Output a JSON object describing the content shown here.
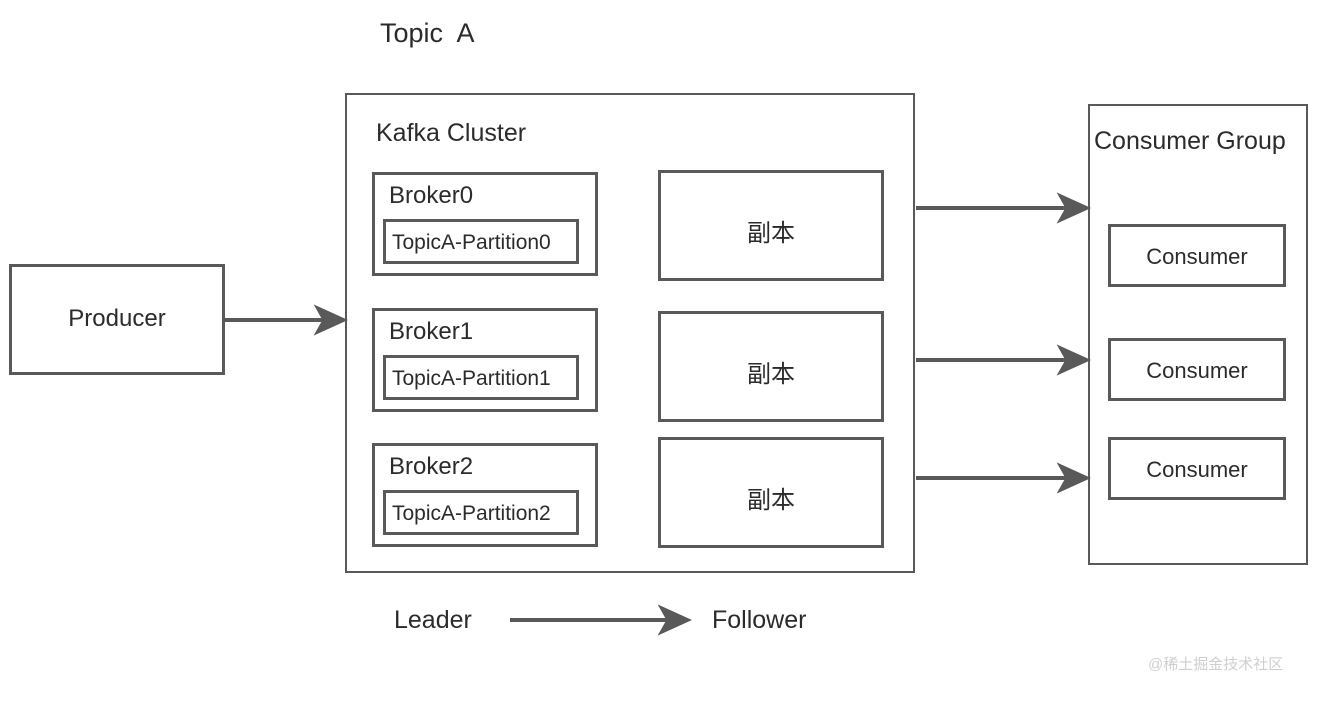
{
  "diagram": {
    "title": "Topic  A",
    "accent_border_color": "#595959",
    "text_color": "#2b2b2b",
    "background_color": "#ffffff",
    "watermark": "@稀土掘金技术社区"
  },
  "producer": {
    "label": "Producer"
  },
  "kafka_cluster": {
    "label": "Kafka Cluster",
    "brokers": [
      {
        "name": "Broker0",
        "partition": "TopicA-Partition0"
      },
      {
        "name": "Broker1",
        "partition": "TopicA-Partition1"
      },
      {
        "name": "Broker2",
        "partition": "TopicA-Partition2"
      }
    ],
    "replicas": [
      {
        "label": "副本"
      },
      {
        "label": "副本"
      },
      {
        "label": "副本"
      }
    ]
  },
  "consumer_group": {
    "label": "Consumer Group",
    "consumers": [
      {
        "label": "Consumer"
      },
      {
        "label": "Consumer"
      },
      {
        "label": "Consumer"
      }
    ]
  },
  "legend": {
    "from": "Leader",
    "to": "Follower"
  }
}
